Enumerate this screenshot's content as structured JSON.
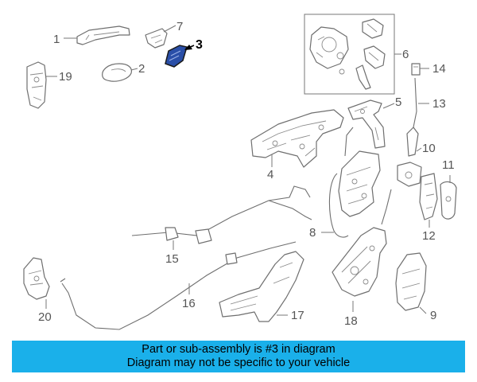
{
  "callouts": {
    "c1": "1",
    "c2": "2",
    "c3": "3",
    "c4": "4",
    "c5": "5",
    "c6": "6",
    "c7": "7",
    "c8": "8",
    "c9": "9",
    "c10": "10",
    "c11": "11",
    "c12": "12",
    "c13": "13",
    "c14": "14",
    "c15": "15",
    "c16": "16",
    "c17": "17",
    "c18": "18",
    "c19": "19",
    "c20": "20"
  },
  "highlighted_part": "3",
  "colors": {
    "banner": "#1ab0ea",
    "highlight": "#2a4fa8",
    "line": "#6f6f6f"
  },
  "banner": {
    "line1": "Part or sub-assembly is #3 in diagram",
    "line2": "Diagram may not be specific to your vehicle"
  }
}
